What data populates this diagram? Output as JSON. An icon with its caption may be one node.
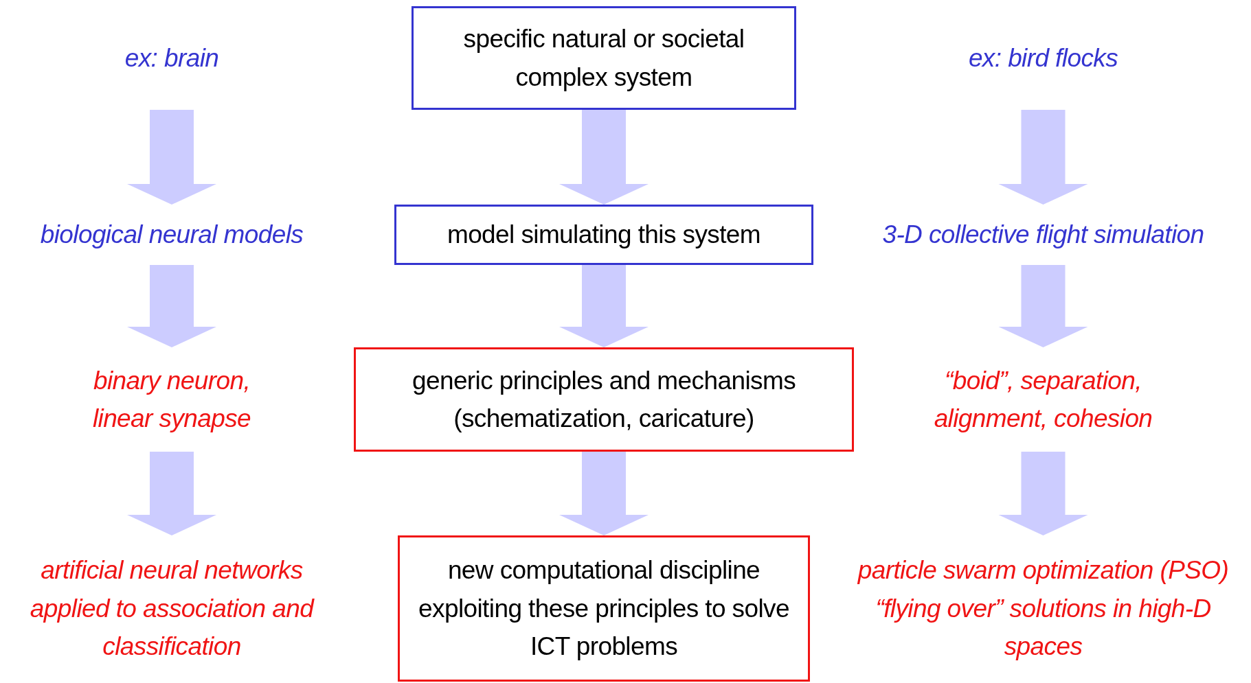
{
  "diagram": {
    "nodes": [
      {
        "text": [
          "ex: brain"
        ]
      },
      {
        "text": [
          "specific natural or societal complex system"
        ]
      },
      {
        "text": [
          "ex: bird flocks"
        ]
      },
      {
        "text": [
          "biological neural models"
        ]
      },
      {
        "text": [
          "model simulating this system"
        ]
      },
      {
        "text": [
          "3-D collective flight simulation"
        ]
      },
      {
        "text": [
          "binary neuron, linear synapse"
        ]
      },
      {
        "text": [
          "generic principles and mechanisms (schematization, caricature)"
        ]
      },
      {
        "text": [
          "“boid”, separation, alignment, cohesion"
        ]
      },
      {
        "text": [
          "artificial neural networks applied to association and classification"
        ]
      },
      {
        "text": [
          "new computational discipline exploiting these principles to solve ICT problems"
        ]
      },
      {
        "text": [
          "particle swarm optimization (PSO) “flying over” solutions in high-D spaces"
        ]
      }
    ],
    "edges": [
      {
        "from": 0,
        "to": 3,
        "arrow": "to"
      },
      {
        "from": 3,
        "to": 6,
        "arrow": "to"
      },
      {
        "from": 6,
        "to": 9,
        "arrow": "to"
      },
      {
        "from": 1,
        "to": 4,
        "arrow": "to"
      },
      {
        "from": 4,
        "to": 7,
        "arrow": "to"
      },
      {
        "from": 7,
        "to": 10,
        "arrow": "to"
      },
      {
        "from": 2,
        "to": 5,
        "arrow": "to"
      },
      {
        "from": 5,
        "to": 8,
        "arrow": "to"
      },
      {
        "from": 8,
        "to": 11,
        "arrow": "to"
      }
    ]
  }
}
